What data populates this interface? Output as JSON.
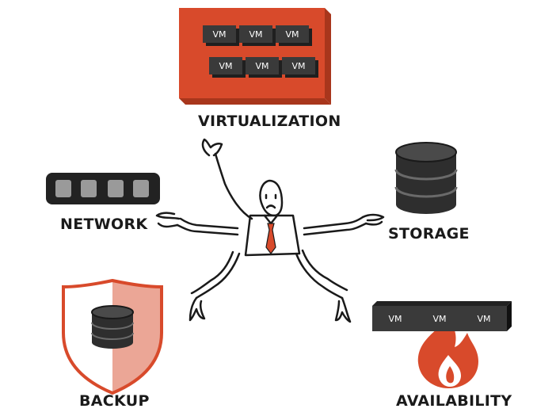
{
  "labels": {
    "virtualization": "VIRTUALIZATION",
    "network": "NETWORK",
    "storage": "STORAGE",
    "backup": "BACKUP",
    "availability": "AVAILABILITY"
  },
  "vm_label": "VM",
  "colors": {
    "accent": "#d84a2b",
    "accent_light": "#eba696",
    "dark": "#3a3a3a",
    "darker": "#222222",
    "network_slot": "#9a9a9a",
    "outline": "#1a1a1a"
  }
}
